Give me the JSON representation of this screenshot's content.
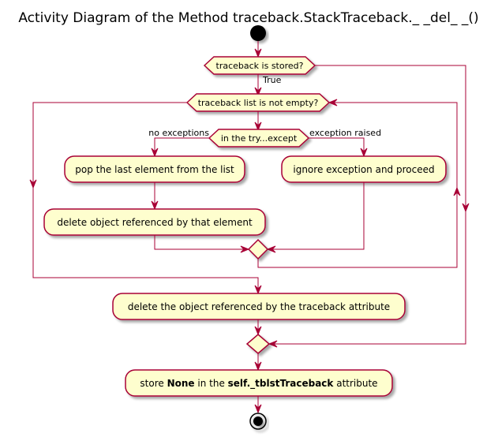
{
  "title": "Activity Diagram of the Method traceback.StackTraceback._ _del_ _()",
  "decisions": {
    "traceback_stored": "traceback is stored?",
    "list_not_empty": "traceback list is not empty?",
    "try_except": "in the try...except"
  },
  "branch_labels": {
    "true": "True",
    "no_exceptions": "no exceptions",
    "exception_raised": "exception raised"
  },
  "activities": {
    "pop_last": "pop the last element from the list",
    "ignore_exception": "ignore exception and proceed",
    "delete_referenced": "delete object referenced by that element",
    "delete_traceback_attr": "delete the object referenced by the traceback attribute",
    "store_none_prefix": "store ",
    "store_none_keyword": "None",
    "store_none_middle": " in the ",
    "store_none_attr": "self._tblstTraceback",
    "store_none_suffix": " attribute"
  },
  "colors": {
    "activity_fill": "#FEFECE",
    "border": "#A80036",
    "start_end": "#000000"
  }
}
